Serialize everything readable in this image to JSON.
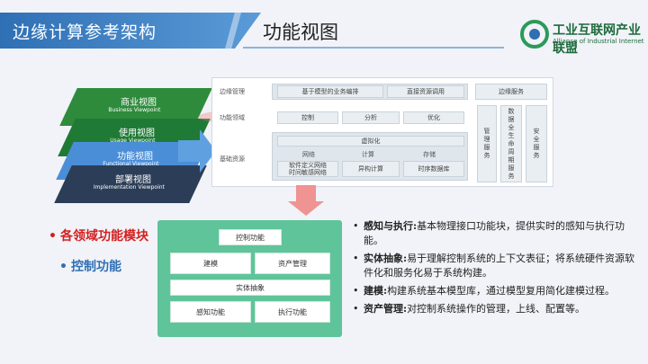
{
  "header": {
    "section_title": "边缘计算参考架构",
    "page_title": "功能视图",
    "logo_cn": "工业互联网产业联盟",
    "logo_en": "Alliance of Industrial Internet"
  },
  "viewpoints": [
    {
      "cn": "商业视图",
      "en": "Business Viewpoint"
    },
    {
      "cn": "使用视图",
      "en": "Usage Viewpoint"
    },
    {
      "cn": "功能视图",
      "en": "Functional Viewpoint"
    },
    {
      "cn": "部署视图",
      "en": "Implementation Viewpoint"
    }
  ],
  "architecture": {
    "row_labels": [
      "边缘管理",
      "功能领域",
      "基础资源"
    ],
    "mgmt_boxes": [
      "基于模型的业务编排",
      "直接资源调用"
    ],
    "domain_boxes": [
      "控制",
      "分析",
      "优化"
    ],
    "virtualization": "虚拟化",
    "resource_titles": [
      "网络",
      "计算",
      "存储"
    ],
    "resource_boxes": [
      "软件定义网络\n时间敏感网络",
      "异构计算",
      "时序数据库"
    ],
    "side_services": [
      "边缘服务",
      "管理服务",
      "数据全生命周期服务",
      "安全服务"
    ]
  },
  "bullets": {
    "main": "各领域功能模块",
    "sub": "控制功能"
  },
  "control_diagram": {
    "top": "控制功能",
    "left": "建模",
    "right": "资产管理",
    "middle": "实体抽象",
    "bottom_left": "感知功能",
    "bottom_right": "执行功能"
  },
  "descriptions": [
    {
      "key": "感知与执行:",
      "text": "基本物理接口功能块，提供实时的感知与执行功能。"
    },
    {
      "key": "实体抽象:",
      "text": "易于理解控制系统的上下文表征；将系统硬件资源软件化和服务化易于系统构建。"
    },
    {
      "key": "建模:",
      "text": "构建系统基本模型库，通过模型复用简化建模过程。"
    },
    {
      "key": "资产管理:",
      "text": "对控制系统操作的管理，上线、配置等。"
    }
  ],
  "colors": {
    "accent_blue": "#2f6fb4",
    "highlight_red": "#d32020",
    "diagram_green": "#5fc49a"
  }
}
